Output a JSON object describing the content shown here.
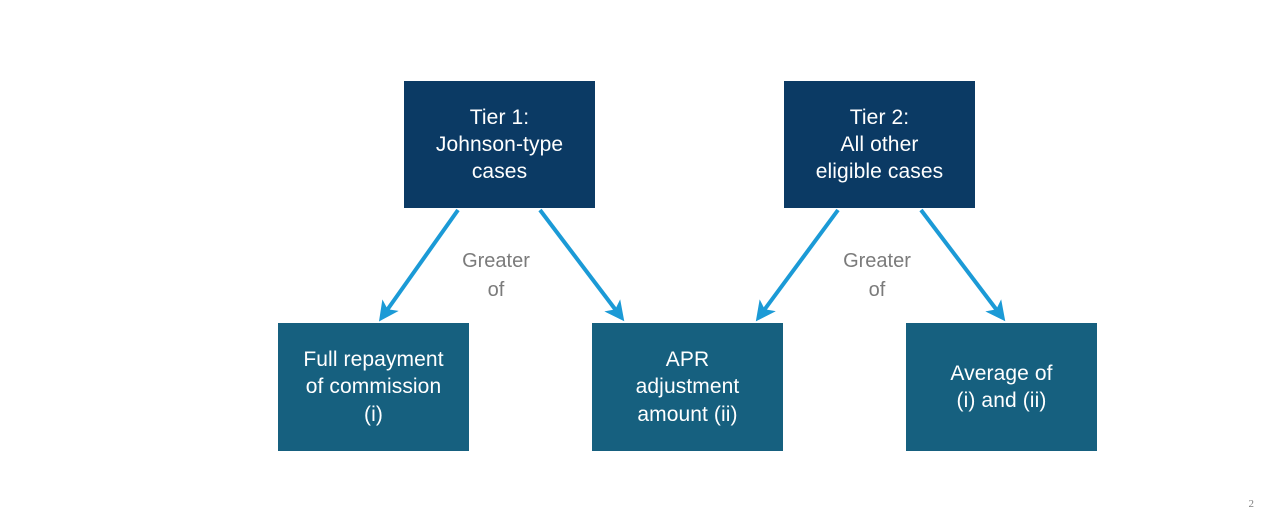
{
  "slide": {
    "page_number": "2",
    "background_color": "#ffffff"
  },
  "colors": {
    "tier_box": "#0b3a64",
    "outcome_box": "#16607f",
    "arrow": "#1b9ad6",
    "connector_label_text": "#7b7b7b",
    "box_text": "#ffffff"
  },
  "diagram": {
    "type": "flow",
    "tiers": [
      {
        "id": "tier1",
        "label": "Tier 1:\nJohnson-type\ncases",
        "connector_label": "Greater\nof",
        "targets": [
          "full_repayment",
          "apr_adjustment"
        ]
      },
      {
        "id": "tier2",
        "label": "Tier 2:\nAll other\neligible cases",
        "connector_label": "Greater\nof",
        "targets": [
          "apr_adjustment",
          "average"
        ]
      }
    ],
    "outcomes": [
      {
        "id": "full_repayment",
        "label": "Full repayment\nof commission\n(i)"
      },
      {
        "id": "apr_adjustment",
        "label": "APR\nadjustment\namount (ii)"
      },
      {
        "id": "average",
        "label": "Average of\n(i) and (ii)"
      }
    ],
    "connector_labels": {
      "tier1": "Greater\nof",
      "tier2": "Greater\nof"
    }
  }
}
